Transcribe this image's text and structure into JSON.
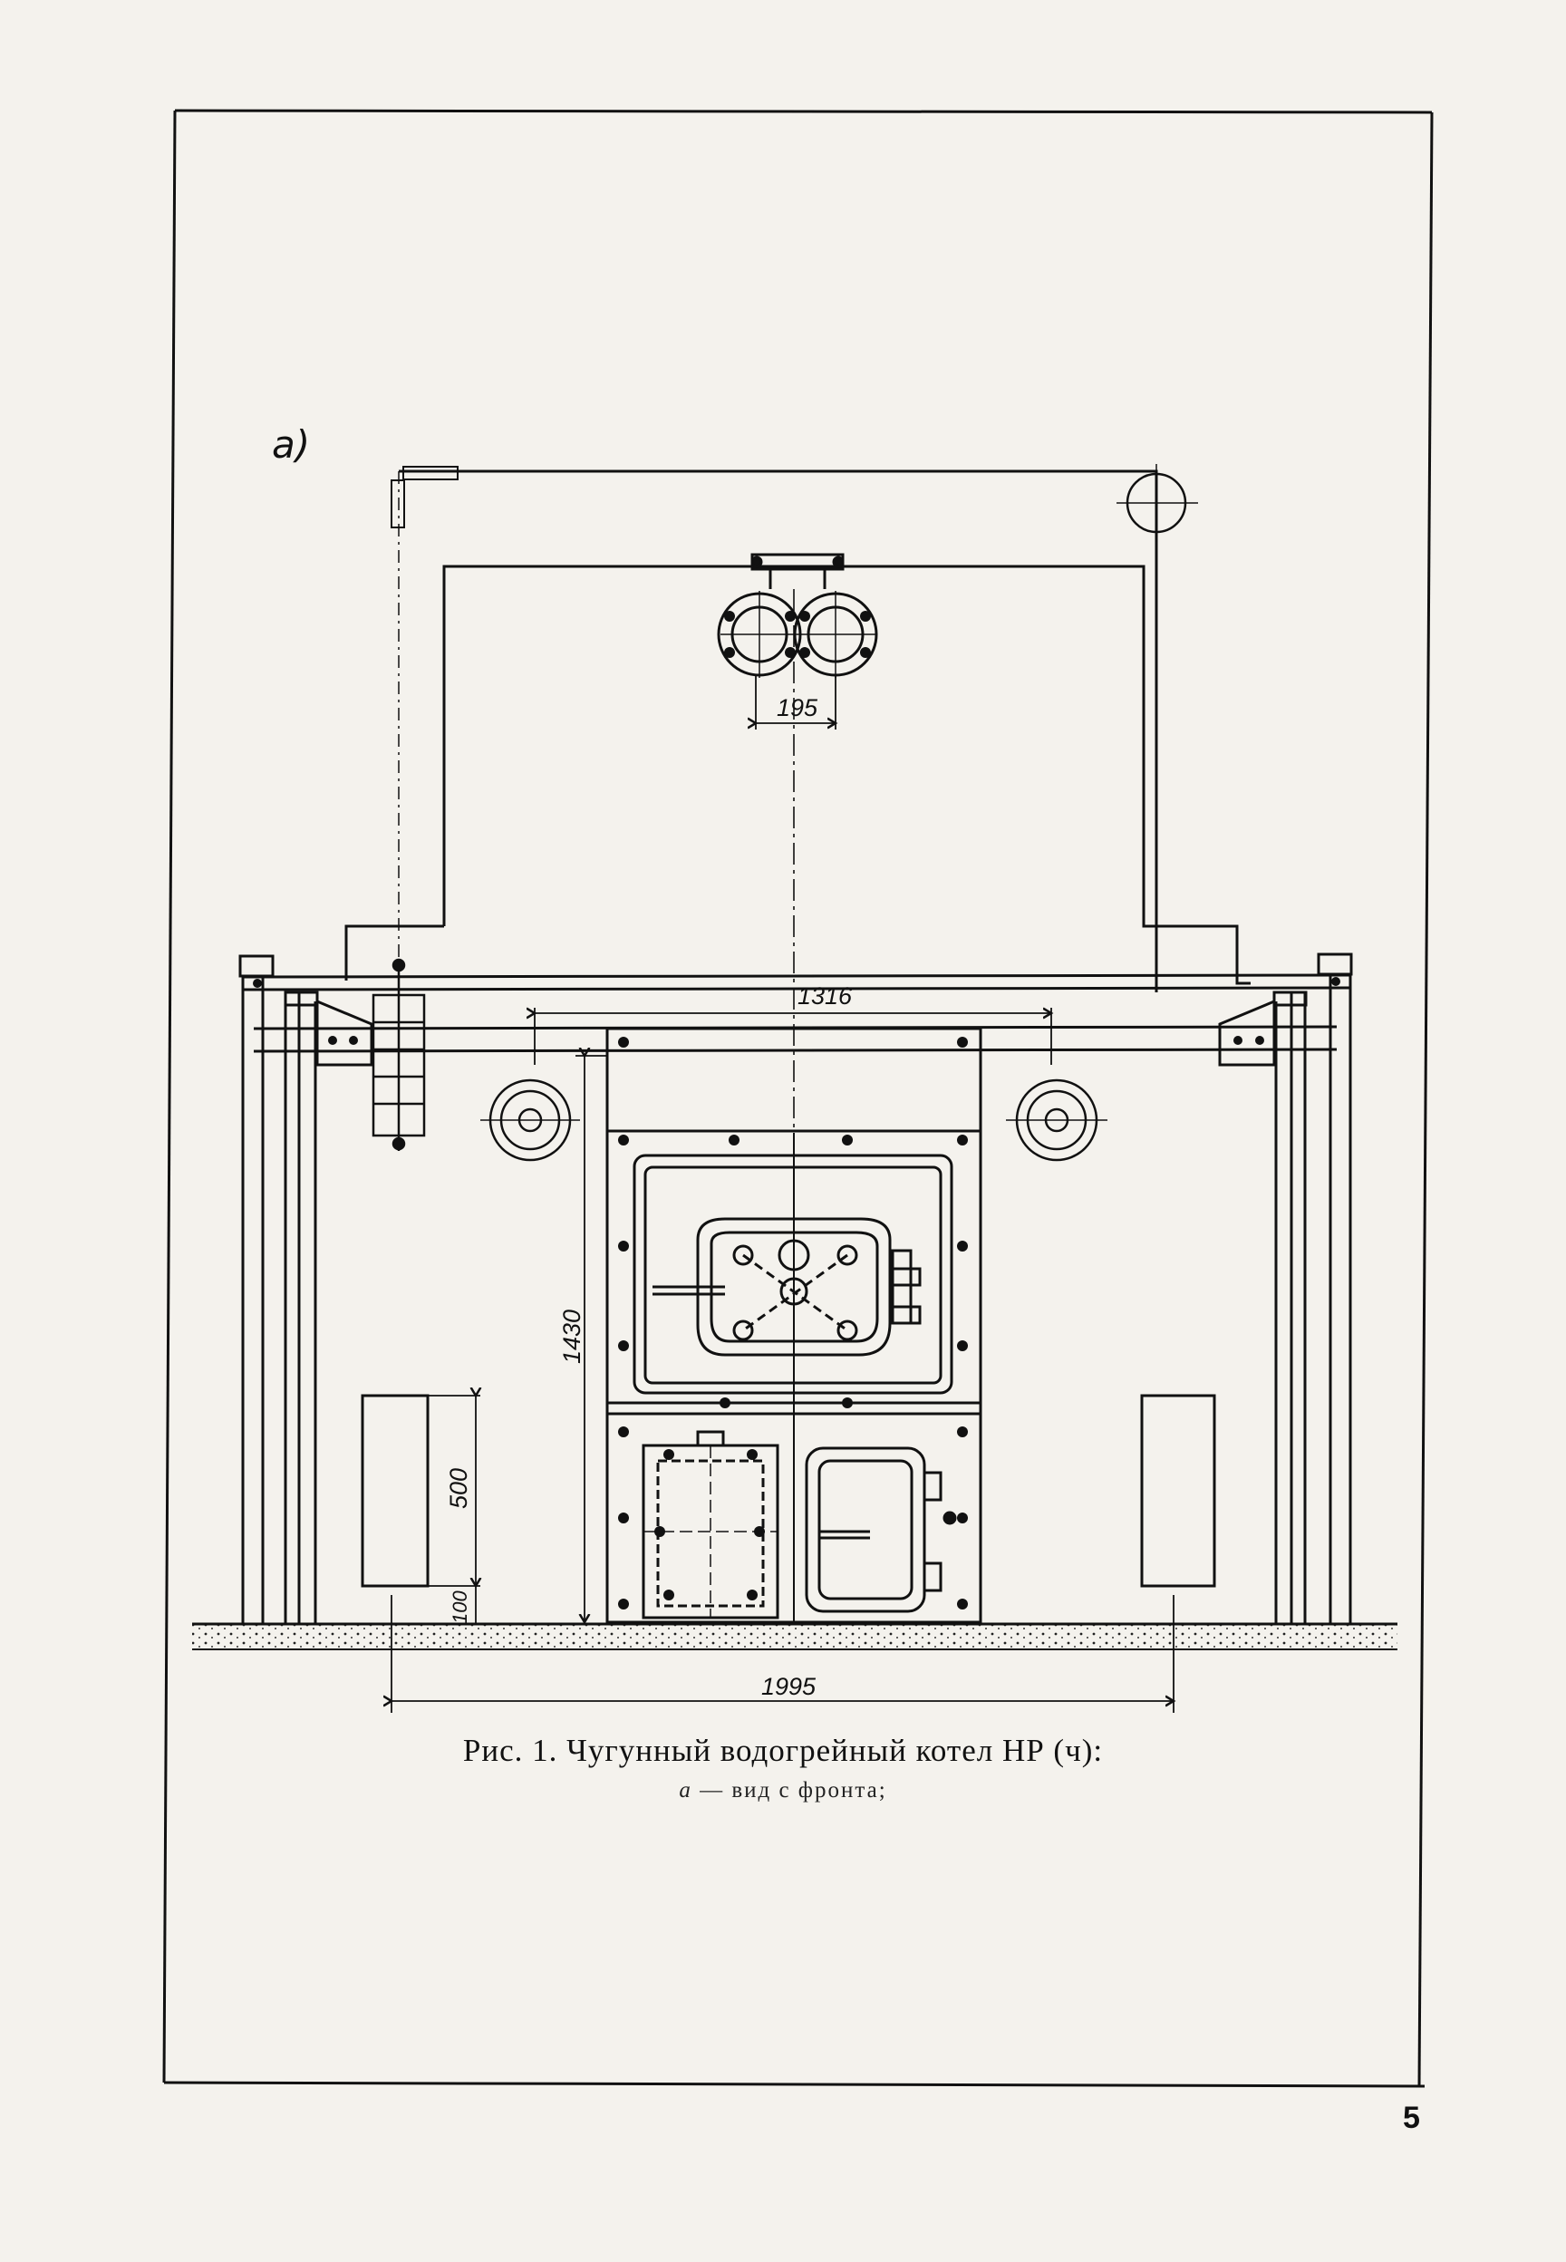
{
  "figure": {
    "panel_label": "a)",
    "caption": "Рис. 1. Чугунный водогрейный котел НР (ч):",
    "subcaption_letter": "а",
    "subcaption_text": "— вид с фронта;"
  },
  "dimensions": {
    "nozzle_spacing": "195",
    "frame_width": "1316",
    "front_height": "1430",
    "opening_height": "500",
    "base_offset": "100",
    "overall_width": "1995"
  },
  "page_number": "5"
}
